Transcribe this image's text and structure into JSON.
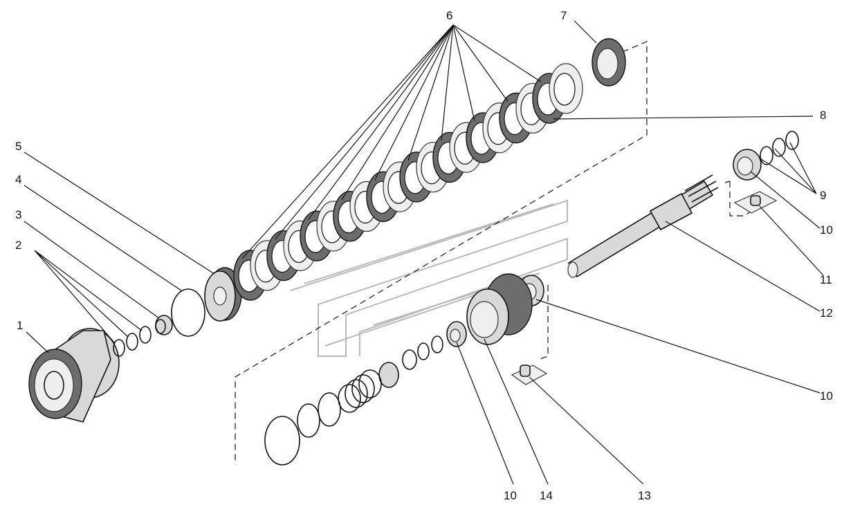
{
  "callouts": {
    "c1": "1",
    "c2": "2",
    "c3": "3",
    "c4": "4",
    "c5": "5",
    "c6": "6",
    "c7": "7",
    "c8": "8",
    "c9": "9",
    "c10a": "10",
    "c10b": "10",
    "c10c": "10",
    "c11": "11",
    "c12": "12",
    "c13": "13",
    "c14": "14"
  }
}
